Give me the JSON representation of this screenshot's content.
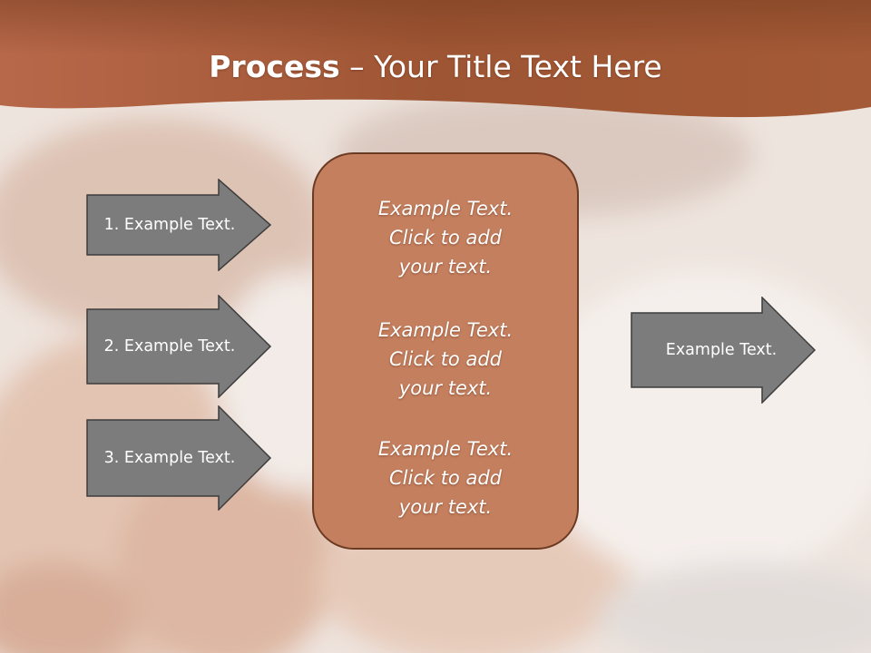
{
  "title": {
    "bold": "Process",
    "rest": " – Your Title Text Here"
  },
  "left_arrows": [
    {
      "label": "1. Example Text."
    },
    {
      "label": "2. Example Text."
    },
    {
      "label": "3. Example Text."
    }
  ],
  "center_box": {
    "blocks": [
      {
        "line1": "Example Text.",
        "line2": "Click  to add",
        "line3": "your text."
      },
      {
        "line1": "Example Text.",
        "line2": "Click  to add",
        "line3": "your text."
      },
      {
        "line1": "Example Text.",
        "line2": "Click  to add",
        "line3": "your text."
      }
    ]
  },
  "right_arrow": {
    "label": "Example Text."
  },
  "colors": {
    "header": "#a0532f",
    "box_fill": "#c47f5e",
    "arrow_fill": "#7c7c7c"
  }
}
